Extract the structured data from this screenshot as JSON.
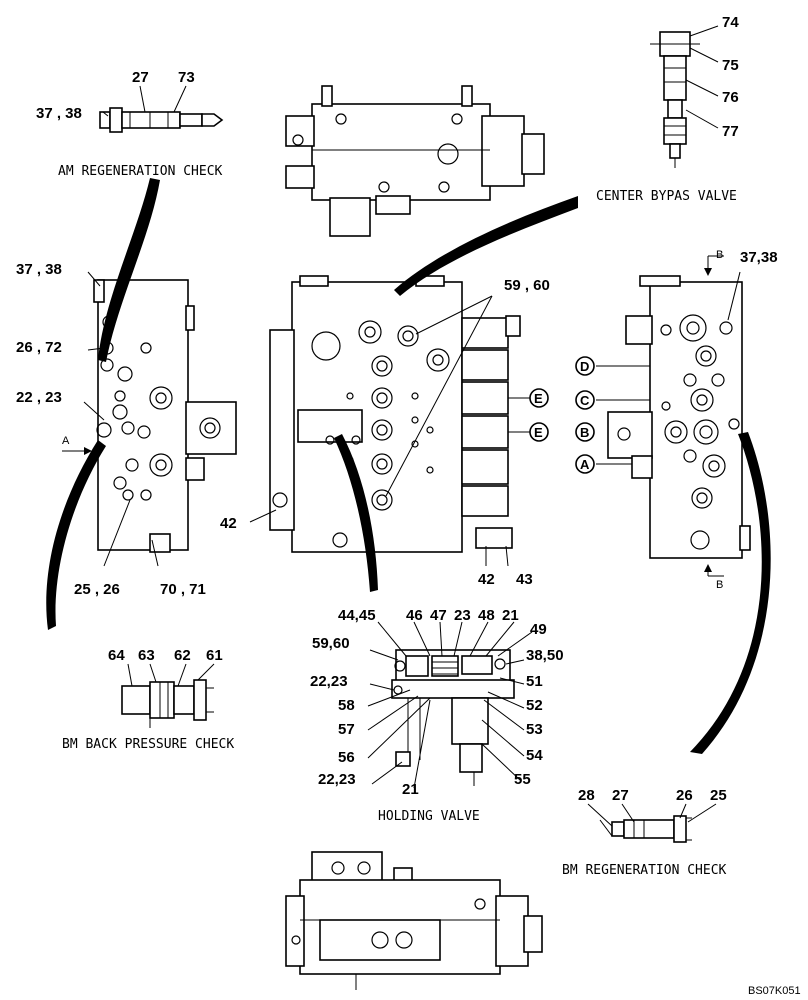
{
  "captions": {
    "am_regen": "AM REGENERATION CHECK",
    "center_bypass": "CENTER BYPAS VALVE",
    "bm_back_pressure": "BM BACK PRESSURE CHECK",
    "holding_valve": "HOLDING VALVE",
    "bm_regen": "BM REGENERATION CHECK"
  },
  "figure_ref": "BS07K051",
  "view_markers": {
    "a": "A",
    "b": "B",
    "c": "C",
    "d": "D",
    "e": "E"
  },
  "callouts": {
    "am_regen": [
      "27",
      "73",
      "37 , 38"
    ],
    "center_bypass": [
      "74",
      "75",
      "76",
      "77"
    ],
    "left_view": [
      "37 , 38",
      "26 , 72",
      "22 , 23",
      "25 , 26",
      "70 , 71"
    ],
    "center_view": [
      "59 , 60",
      "42",
      "42",
      "43"
    ],
    "right_view": [
      "37,38"
    ],
    "bm_back_pressure": [
      "64",
      "63",
      "62",
      "61"
    ],
    "holding_valve": [
      "44,45",
      "46",
      "47",
      "23",
      "48",
      "21",
      "49",
      "59,60",
      "38,50",
      "22,23",
      "51",
      "58",
      "52",
      "57",
      "53",
      "56",
      "54",
      "22,23",
      "21",
      "55"
    ],
    "bm_regen": [
      "28",
      "27",
      "26",
      "25"
    ]
  }
}
